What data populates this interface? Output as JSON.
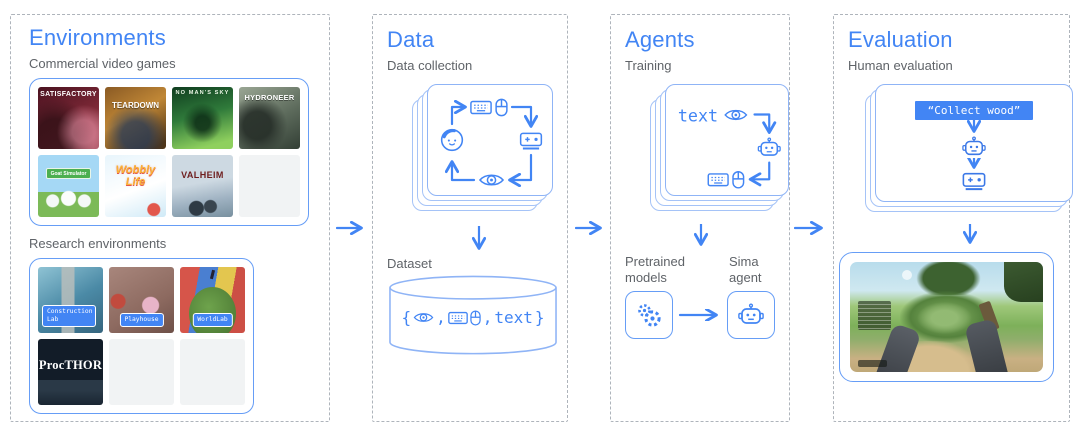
{
  "colors": {
    "accent_blue": "#4285f4",
    "card_border": "#8fb4f6",
    "box_border": "#669df6",
    "panel_border": "#aeb4bb",
    "muted_text": "#5f6368",
    "instruction_badge_fill": "#4285f4"
  },
  "environments": {
    "title": "Environments",
    "commercial": {
      "label": "Commercial video games",
      "tiles": [
        {
          "name": "SATISFACTORY"
        },
        {
          "name": "TEARDOWN"
        },
        {
          "name": "NO MAN'S SKY"
        },
        {
          "name": "HYDRONEER"
        },
        {
          "name": "Goat Simulator"
        },
        {
          "name": "Wobbly Life"
        },
        {
          "name": "VALHEIM"
        },
        {
          "name": ""
        }
      ]
    },
    "research": {
      "label": "Research environments",
      "tiles": [
        {
          "name": "Construction Lab"
        },
        {
          "name": "Playhouse"
        },
        {
          "name": "WorldLab"
        },
        {
          "name": "ProcTHOR"
        },
        {
          "name": ""
        },
        {
          "name": ""
        }
      ]
    }
  },
  "data_panel": {
    "title": "Data",
    "collection_label": "Data collection",
    "collection_icons": [
      "face-icon",
      "keyboard-icon",
      "mouse-icon",
      "controller-icon",
      "eye-icon"
    ],
    "dataset_label": "Dataset",
    "tuple": {
      "open": "{",
      "comma1": ",",
      "comma2": ",",
      "word": "text",
      "close": "}"
    },
    "tuple_icons": [
      "eye-icon",
      "keyboard-icon",
      "mouse-icon"
    ]
  },
  "agents": {
    "title": "Agents",
    "training_label": "Training",
    "card_text": "text",
    "card_icons": [
      "eye-icon",
      "robot-icon",
      "keyboard-icon",
      "mouse-icon"
    ],
    "pretrained_label": "Pretrained models",
    "pretrained_icon": "gears-icon",
    "sima_label": "Sima agent",
    "sima_icon": "robot-icon"
  },
  "evaluation": {
    "title": "Evaluation",
    "subtitle": "Human evaluation",
    "instruction": "“Collect wood”",
    "card_icons": [
      "robot-icon",
      "controller-icon"
    ]
  }
}
